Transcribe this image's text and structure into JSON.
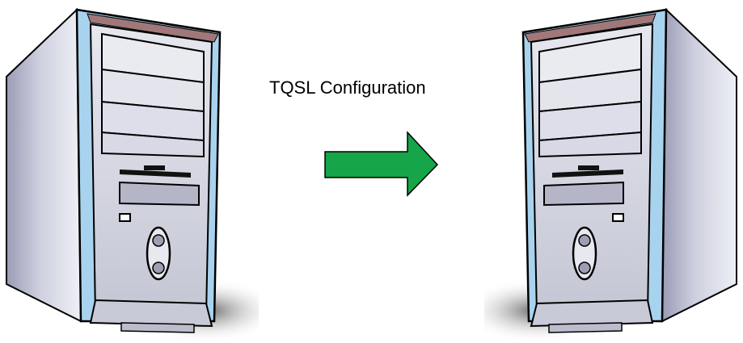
{
  "diagram": {
    "label": "TQSL Configuration"
  },
  "nodes": [
    {
      "role": "source-computer",
      "icon": "desktop-tower-icon"
    },
    {
      "role": "destination-computer",
      "icon": "desktop-tower-icon"
    }
  ],
  "edge": {
    "icon": "right-arrow-icon",
    "direction": "left-to-right"
  },
  "colors": {
    "arrow_fill": "#16a548",
    "arrow_stroke": "#000000",
    "case_side": "#b0b2c8",
    "case_side_light": "#e4e5ef",
    "case_front": "#d6d7e3",
    "case_frame": "#94c9e8",
    "top_accent": "#a0787a",
    "outline": "#000000",
    "shadow": "#6a6a6a"
  }
}
